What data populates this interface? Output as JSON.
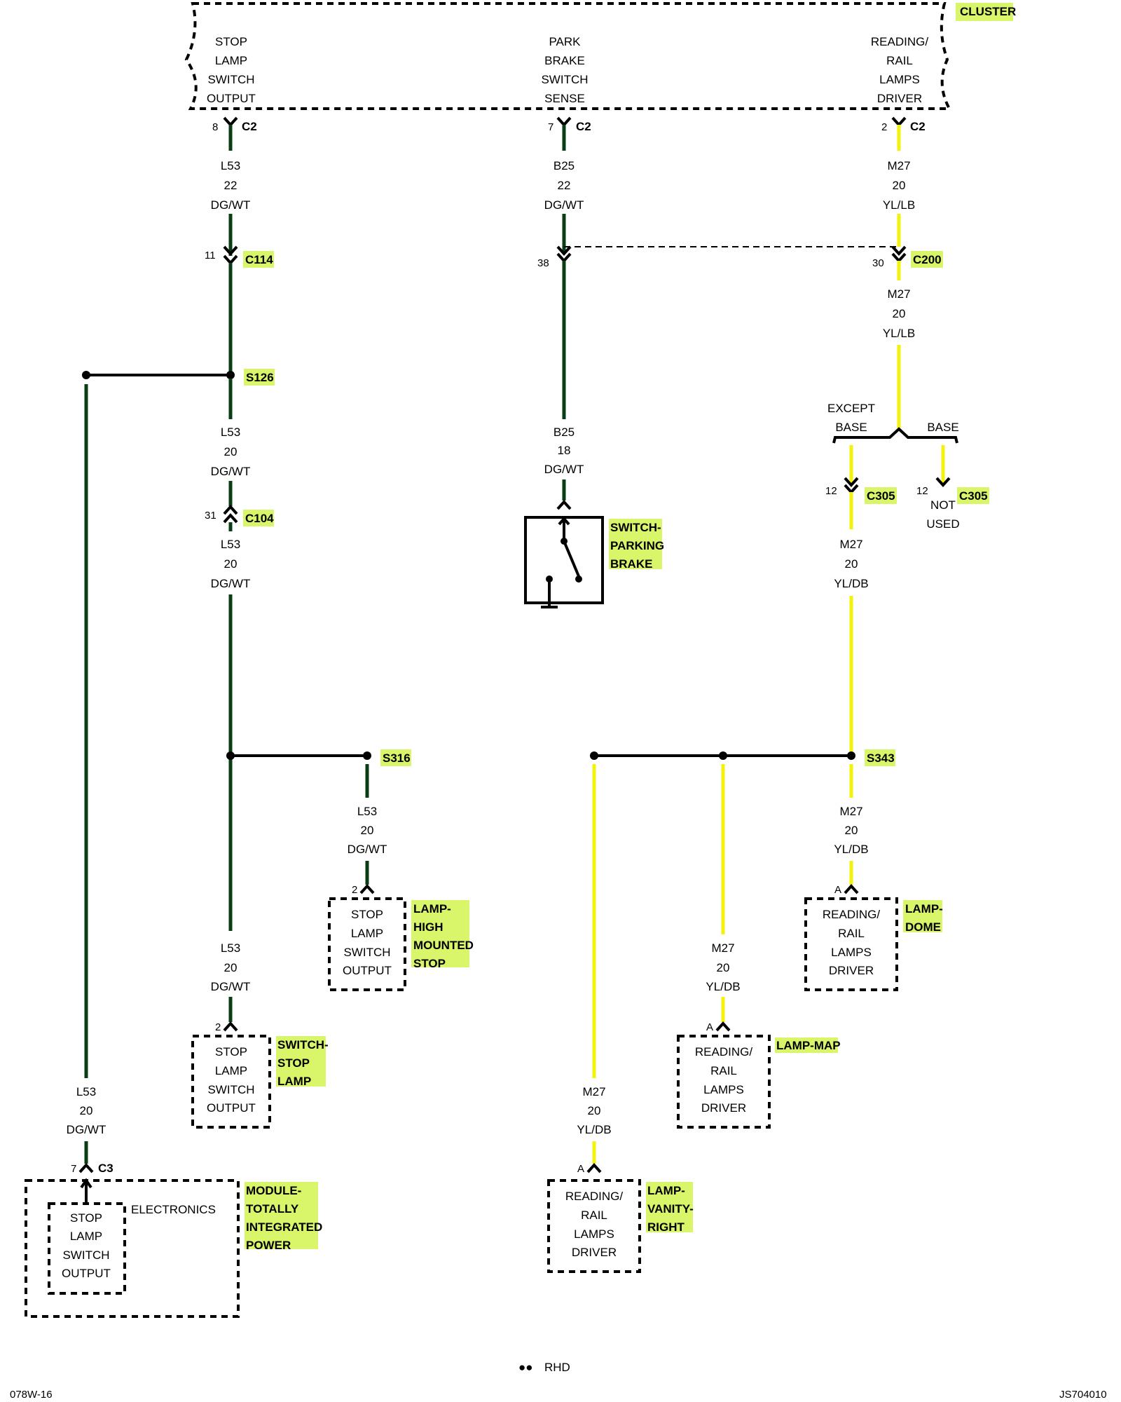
{
  "cluster": {
    "label": "CLUSTER",
    "stop_lamp_output": [
      "STOP",
      "LAMP",
      "SWITCH",
      "OUTPUT"
    ],
    "park_brake_sense": [
      "PARK",
      "BRAKE",
      "SWITCH",
      "SENSE"
    ],
    "reading_rail_driver": [
      "READING/",
      "RAIL",
      "LAMPS",
      "DRIVER"
    ]
  },
  "connectors": {
    "c2_label": "C2",
    "c2_pin_left": "8",
    "c2_pin_mid": "7",
    "c2_pin_right": "2",
    "c114_label": "C114",
    "c114_pin": "11",
    "c200_label": "C200",
    "c200_pin_left": "38",
    "c200_pin_right": "30",
    "c104_label": "C104",
    "c104_pin": "31",
    "c305_label": "C305",
    "c305_pin": "12",
    "c3_label": "C3",
    "c3_pin": "7",
    "pin_2": "2",
    "pin_a": "A"
  },
  "splices": {
    "s126": "S126",
    "s316": "S316",
    "s343": "S343"
  },
  "wires": {
    "l53_22": [
      "L53",
      "22",
      "DG/WT"
    ],
    "l53_20": [
      "L53",
      "20",
      "DG/WT"
    ],
    "b25_22": [
      "B25",
      "22",
      "DG/WT"
    ],
    "b25_18": [
      "B25",
      "18",
      "DG/WT"
    ],
    "m27_20_lb": [
      "M27",
      "20",
      "YL/LB"
    ],
    "m27_20_db": [
      "M27",
      "20",
      "YL/DB"
    ]
  },
  "options": {
    "except_base": [
      "EXCEPT",
      "BASE"
    ],
    "base": "BASE",
    "not_used": [
      "NOT",
      "USED"
    ]
  },
  "components": {
    "switch_parking_brake": [
      "SWITCH-",
      "PARKING",
      "BRAKE"
    ],
    "lamp_high_mounted_stop": [
      "LAMP-",
      "HIGH",
      "MOUNTED",
      "STOP"
    ],
    "stop_lamp_switch_output": [
      "STOP",
      "LAMP",
      "SWITCH",
      "OUTPUT"
    ],
    "switch_stop_lamp": [
      "SWITCH-",
      "STOP",
      "LAMP"
    ],
    "reading_rail_driver": [
      "READING/",
      "RAIL",
      "LAMPS",
      "DRIVER"
    ],
    "lamp_dome": [
      "LAMP-",
      "DOME"
    ],
    "lamp_map": "LAMP-MAP",
    "lamp_vanity_right": [
      "LAMP-",
      "VANITY-",
      "RIGHT"
    ],
    "module_tip": [
      "MODULE-",
      "TOTALLY",
      "INTEGRATED",
      "POWER"
    ],
    "electronics": "ELECTRONICS"
  },
  "footer": {
    "legend_symbol": "●●",
    "legend_text": "RHD",
    "left_code": "078W-16",
    "right_code": "JS704010"
  },
  "wire_colors": {
    "dg_wt": "#0b3d14",
    "yl": "#f2f20a",
    "highlight": "#d9f56a"
  }
}
